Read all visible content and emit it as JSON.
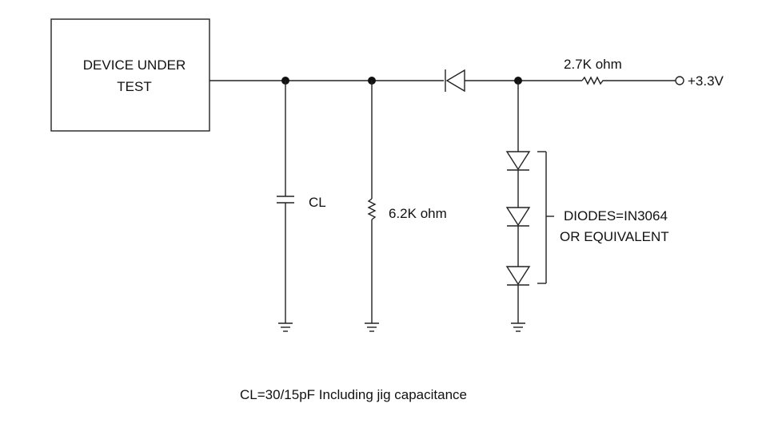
{
  "dut": {
    "line1": "DEVICE UNDER",
    "line2": "TEST"
  },
  "labels": {
    "series_resistor": "2.7K ohm",
    "supply": "+3.3V",
    "capacitor": "CL",
    "shunt_resistor": "6.2K ohm",
    "diodes_line1": "DIODES=IN3064",
    "diodes_line2": "OR EQUIVALENT"
  },
  "footnote": "CL=30/15pF Including jig capacitance",
  "colors": {
    "line": "#222222",
    "text": "#111111",
    "background": "#ffffff"
  }
}
